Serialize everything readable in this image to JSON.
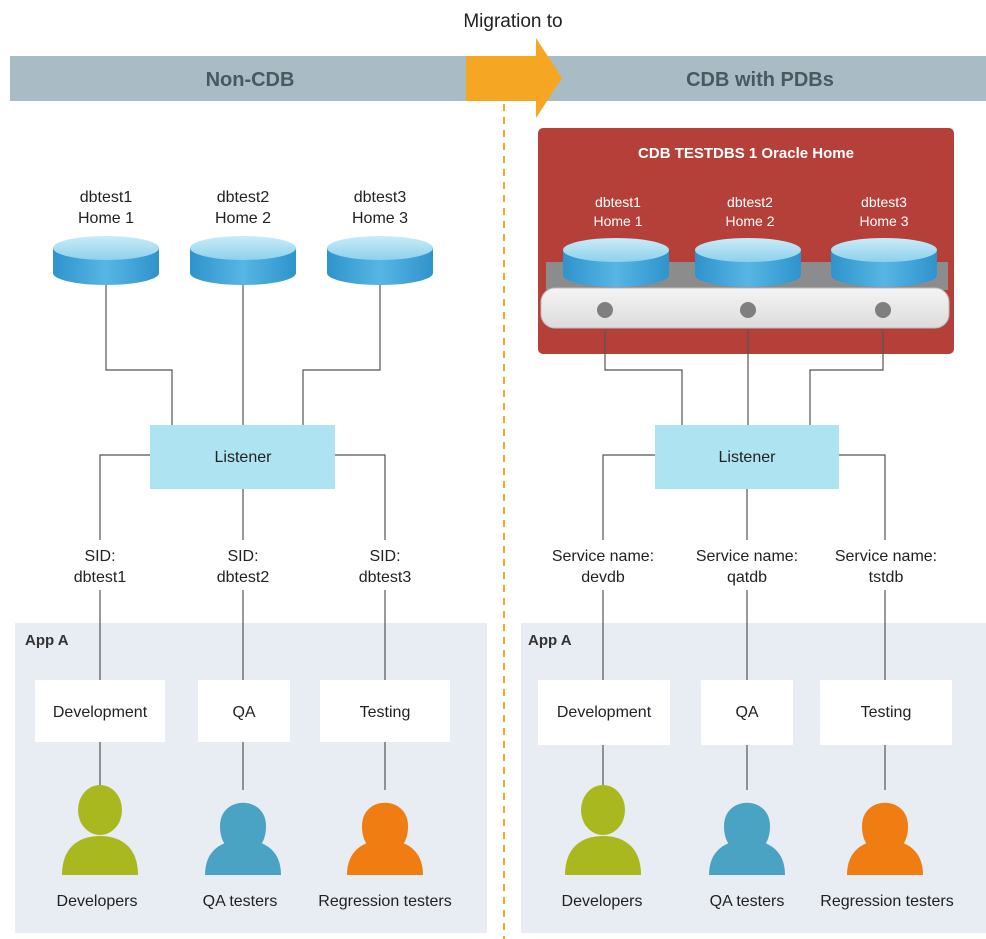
{
  "migration_label": "Migration to",
  "left": {
    "header": "Non-CDB",
    "databases": [
      {
        "name": "dbtest1",
        "home": "Home 1"
      },
      {
        "name": "dbtest2",
        "home": "Home 2"
      },
      {
        "name": "dbtest3",
        "home": "Home 3"
      }
    ],
    "listener": "Listener",
    "connections": [
      {
        "line1": "SID:",
        "line2": "dbtest1"
      },
      {
        "line1": "SID:",
        "line2": "dbtest2"
      },
      {
        "line1": "SID:",
        "line2": "dbtest3"
      }
    ],
    "app_label": "App A",
    "apps": [
      "Development",
      "QA",
      "Testing"
    ],
    "users": [
      {
        "label": "Developers",
        "color": "#a8b81e"
      },
      {
        "label": "QA testers",
        "color": "#4ba3c3"
      },
      {
        "label": "Regression testers",
        "color": "#ef7d11"
      }
    ]
  },
  "right": {
    "header": "CDB with PDBs",
    "cdb_title": "CDB TESTDBS 1 Oracle Home",
    "databases": [
      {
        "name": "dbtest1",
        "home": "Home 1"
      },
      {
        "name": "dbtest2",
        "home": "Home 2"
      },
      {
        "name": "dbtest3",
        "home": "Home 3"
      }
    ],
    "listener": "Listener",
    "connections": [
      {
        "line1": "Service name:",
        "line2": "devdb"
      },
      {
        "line1": "Service name:",
        "line2": "qatdb"
      },
      {
        "line1": "Service name:",
        "line2": "tstdb"
      }
    ],
    "app_label": "App A",
    "apps": [
      "Development",
      "QA",
      "Testing"
    ],
    "users": [
      {
        "label": "Developers",
        "color": "#a8b81e"
      },
      {
        "label": "QA testers",
        "color": "#4ba3c3"
      },
      {
        "label": "Regression testers",
        "color": "#ef7d11"
      }
    ]
  },
  "colors": {
    "header_bar": "#a9bcc5",
    "arrow": "#f5a623",
    "cdb_box": "#b5403a",
    "listener_box": "#aee4f2",
    "app_panel": "#e8ecf3",
    "db_side": "#3a9fd3",
    "db_top": "#9fd7ef"
  }
}
